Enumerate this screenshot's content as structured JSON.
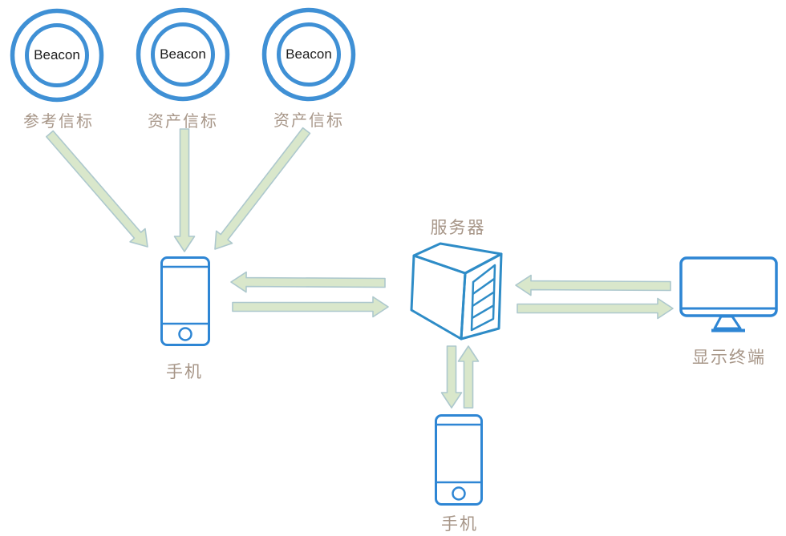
{
  "diagram": {
    "title": "Beacon positioning system diagram",
    "colors": {
      "beacon_blue": "#3F90D5",
      "device_blue": "#2E86D4",
      "server_blue": "#2E8CC7",
      "arrow_fill": "#D9E7CB",
      "arrow_stroke": "#ADC8CD",
      "label_color": "#A79688",
      "beacon_text_color": "#1c1c1c"
    },
    "nodes": {
      "beacon1": {
        "title": "Beacon",
        "label": "参考信标"
      },
      "beacon2": {
        "title": "Beacon",
        "label": "资产信标"
      },
      "beacon3": {
        "title": "Beacon",
        "label": "资产信标"
      },
      "phone_upper": {
        "label": "手机"
      },
      "server": {
        "label": "服务器"
      },
      "display_terminal": {
        "label": "显示终端"
      },
      "phone_lower": {
        "label": "手机"
      }
    }
  }
}
